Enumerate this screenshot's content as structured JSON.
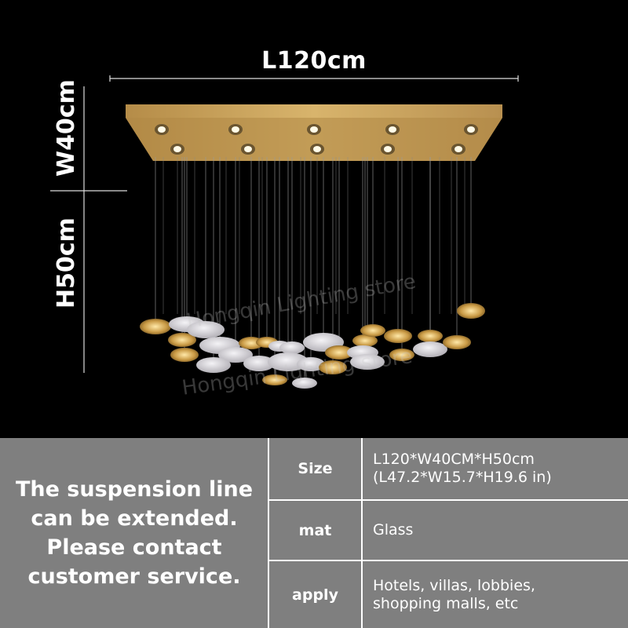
{
  "dimensions": {
    "length": "L120cm",
    "width": "W40cm",
    "height": "H50cm"
  },
  "watermark": {
    "line1": "Hongqin Lighting store",
    "line2": "Hongqin Lighting store"
  },
  "note": {
    "text": "The suspension line can be extended. Please contact customer service."
  },
  "specs": {
    "rows": [
      {
        "label": "Size",
        "value_line1": "L120*W40CM*H50cm",
        "value_line2": "(L47.2*W15.7*H19.6 in)"
      },
      {
        "label": "mat",
        "value_line1": "Glass",
        "value_line2": ""
      },
      {
        "label": "apply",
        "value_line1": "Hotels, villas, lobbies,",
        "value_line2": "shopping malls, etc"
      }
    ]
  },
  "colors": {
    "canopy_gold": "#c9a15a",
    "spec_panel": "#7f7f7f",
    "pebble_white": "#d8d6da"
  }
}
